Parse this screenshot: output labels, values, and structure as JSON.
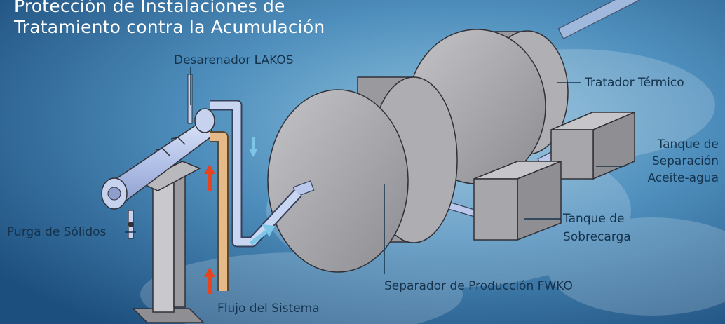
{
  "title": {
    "line1": "Protección de Instalaciones de",
    "line2": "Tratamiento contra la Acumulación"
  },
  "labels": {
    "separator": "Desarenador LAKOS",
    "heater_treater": "Tratador Térmico",
    "oil_water_tank_1": "Tanque de",
    "oil_water_tank_2": "Separación",
    "oil_water_tank_3": "Aceite-agua",
    "surge_tank_1": "Tanque de",
    "surge_tank_2": "Sobrecarga",
    "fwko": "Separador de Producción FWKO",
    "system_flow": "Flujo del Sistema",
    "solids_purge": "Purga de Sólidos"
  },
  "colors": {
    "background_dark": "#1d4f7e",
    "background_light": "#8cc0dc",
    "vessel": "#a8a8ad",
    "separator_body": "#b9c7ea",
    "inlet_pipe": "#e6b989",
    "flow_arrow_red": "#e8431f",
    "flow_arrow_blue": "#7ec6e8",
    "label_text": "#ffffff",
    "label_text_dark": "#15324c"
  }
}
